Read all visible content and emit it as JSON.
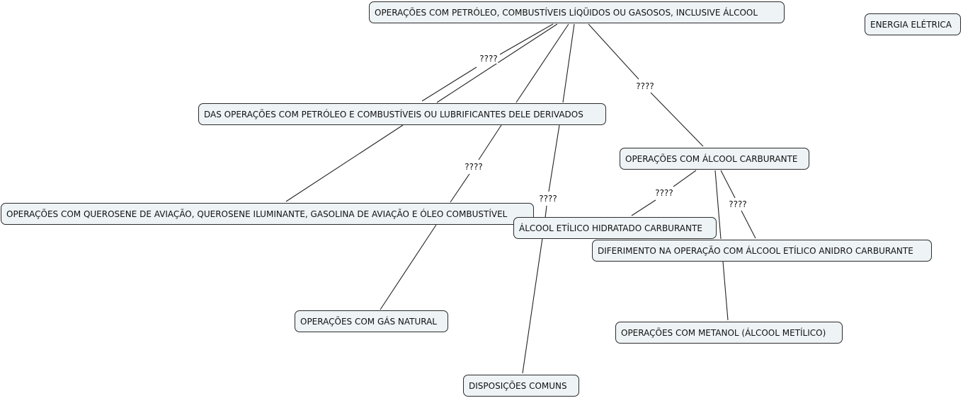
{
  "diagram": {
    "type": "concept-map",
    "nodes": [
      {
        "id": "root",
        "label": "OPERAÇÕES COM PETRÓLEO, COMBUSTÍVEIS LÍQÜIDOS OU GASOSOS, INCLUSIVE ÁLCOOL"
      },
      {
        "id": "energia",
        "label": "ENERGIA ELÉTRICA"
      },
      {
        "id": "das",
        "label": "DAS OPERAÇÕES COM PETRÓLEO E COMBUSTÍVEIS OU LUBRIFICANTES DELE DERIVADOS"
      },
      {
        "id": "alcool-carb",
        "label": "OPERAÇÕES COM ÁLCOOL CARBURANTE"
      },
      {
        "id": "querosene",
        "label": "OPERAÇÕES COM QUEROSENE DE AVIAÇÃO, QUEROSENE ILUMINANTE, GASOLINA DE AVIAÇÃO E ÓLEO COMBUSTÍVEL"
      },
      {
        "id": "hidratado",
        "label": "ÁLCOOL ETÍLICO HIDRATADO CARBURANTE"
      },
      {
        "id": "diferimento",
        "label": "DIFERIMENTO NA OPERAÇÃO COM ÁLCOOL ETÍLICO ANIDRO CARBURANTE"
      },
      {
        "id": "gas",
        "label": "OPERAÇÕES COM GÁS NATURAL"
      },
      {
        "id": "metanol",
        "label": "OPERAÇÕES COM METANOL (ÁLCOOL METÍLICO)"
      },
      {
        "id": "disposicoes",
        "label": "DISPOSIÇÕES COMUNS"
      }
    ],
    "edges": [
      {
        "from": "root",
        "to": "das",
        "label": "????"
      },
      {
        "from": "root",
        "to": "das",
        "label": ""
      },
      {
        "from": "root",
        "to": "das",
        "label": ""
      },
      {
        "from": "root",
        "to": "das",
        "label": ""
      },
      {
        "from": "root",
        "to": "alcool-carb",
        "label": "????"
      },
      {
        "from": "das",
        "to": "querosene",
        "label": ""
      },
      {
        "from": "das",
        "to": "gas",
        "label": "????"
      },
      {
        "from": "das",
        "to": "disposicoes",
        "label": "????"
      },
      {
        "from": "alcool-carb",
        "to": "hidratado",
        "label": "????"
      },
      {
        "from": "alcool-carb",
        "to": "metanol",
        "label": ""
      },
      {
        "from": "alcool-carb",
        "to": "diferimento",
        "label": "????"
      }
    ]
  }
}
